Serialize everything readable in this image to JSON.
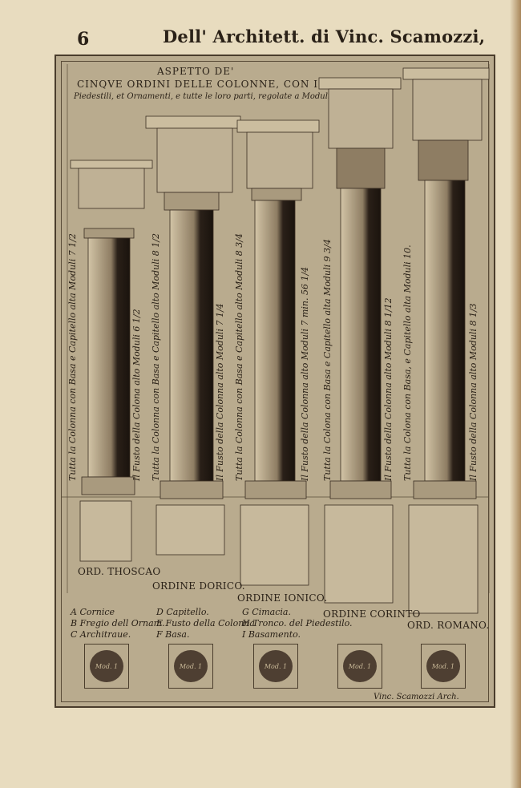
{
  "header": {
    "page_number": "6",
    "running_head": "Dell' Architett. di Vinc. Scamozzi,"
  },
  "plate": {
    "title_line1": "ASPETTO DE'",
    "title_line2": "CINQVE ORDINI DELLE COLONNE, CON I",
    "subtitle": "Piedestili, et Ornamenti, e tutte le loro parti, regolate a Moduli.",
    "orders": [
      {
        "name": "ORD. THOSCAO",
        "column_text": "Tutta la Colonna con Basa e Capitello alta Moduli 7 1/2",
        "shaft_text": "Il Fusto della Colona alto Moduli 6 1/2"
      },
      {
        "name": "ORDINE DORICO.",
        "column_text": "Tutta la Colonna con Basa e Capitello alto Moduli 8 1/2",
        "shaft_text": "Il Fusto della Colonna alto Moduli 7 1/4"
      },
      {
        "name": "ORDINE IONICO.",
        "column_text": "Tutta la Colonna con Basa e Capitello alto Moduli 8 3/4",
        "shaft_text": "Il Fusto della Colonna alto Moduli 7 min. 56 1/4"
      },
      {
        "name": "ORDINE CORINTO",
        "column_text": "Tutta la Colona con Basa e Capitello alta Moduli 9 3/4",
        "shaft_text": "Il Fusto della Colonna alto Moduli 8 1/12"
      },
      {
        "name": "ORD. ROMANO.",
        "column_text": "Tutta la Colona con Basa, e Capitello alta Moduli 10.",
        "shaft_text": "Il Fusto della Colonna alto Moduli 8 1/3"
      }
    ],
    "legend": [
      [
        "A Cornice",
        "D Capitello.",
        "G Cimacia."
      ],
      [
        "B Fregio dell Ornam.",
        "E Fusto della Colonna",
        "H Tronco. del Piedestilo."
      ],
      [
        "C Architraue.",
        "F Basa.",
        "I Basamento."
      ]
    ],
    "module_labels": [
      "Mod. 1",
      "Mod. 1",
      "Mod. 1",
      "Mod. 1",
      "Mod. 1"
    ],
    "signature": "Vinc. Scamozzi Arch."
  }
}
